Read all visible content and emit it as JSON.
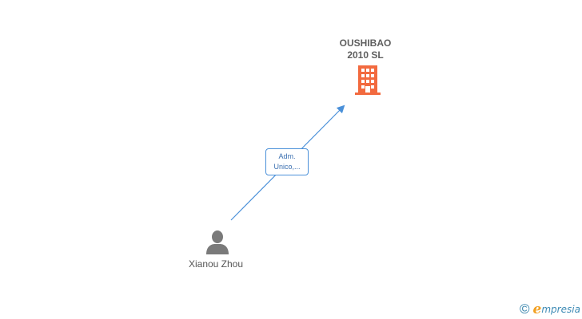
{
  "company": {
    "name": "OUSHIBAO\n2010 SL",
    "icon": "building-icon",
    "icon_color": "#f26a3f"
  },
  "relationship": {
    "label": "Adm.\nUnico,...",
    "edge_color": "#4a90d9"
  },
  "person": {
    "name": "Xianou Zhou",
    "icon": "person-icon",
    "icon_color": "#7a7a7a"
  },
  "footer": {
    "copyright_symbol": "©",
    "brand_initial": "e",
    "brand_rest": "mpresia"
  }
}
